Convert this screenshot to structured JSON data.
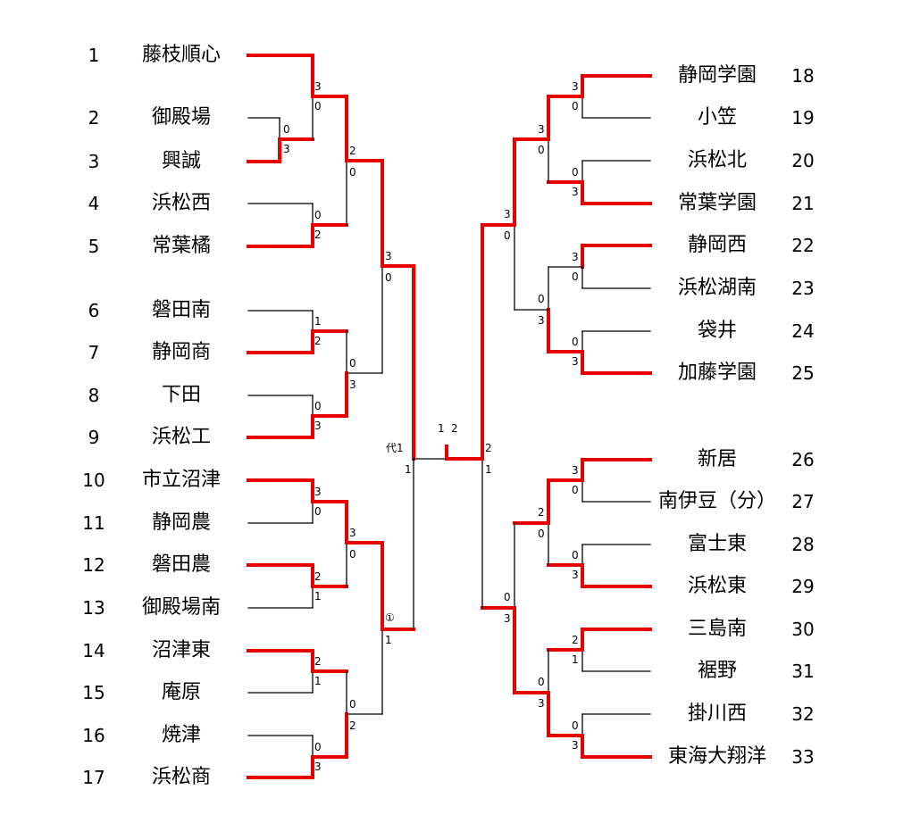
{
  "left_teams": [
    {
      "seed": "1",
      "name": "藤枝順心"
    },
    {
      "seed": "2",
      "name": "御殿場"
    },
    {
      "seed": "3",
      "name": "興誠"
    },
    {
      "seed": "4",
      "name": "浜松西"
    },
    {
      "seed": "5",
      "name": "常葉橘"
    },
    {
      "seed": "6",
      "name": "磐田南"
    },
    {
      "seed": "7",
      "name": "静岡商"
    },
    {
      "seed": "8",
      "name": "下田"
    },
    {
      "seed": "9",
      "name": "浜松工"
    },
    {
      "seed": "10",
      "name": "市立沼津"
    },
    {
      "seed": "11",
      "name": "静岡農"
    },
    {
      "seed": "12",
      "name": "磐田農"
    },
    {
      "seed": "13",
      "name": "御殿場南"
    },
    {
      "seed": "14",
      "name": "沼津東"
    },
    {
      "seed": "15",
      "name": "庵原"
    },
    {
      "seed": "16",
      "name": "焼津"
    },
    {
      "seed": "17",
      "name": "浜松商"
    }
  ],
  "right_teams": [
    {
      "seed": "18",
      "name": "静岡学園"
    },
    {
      "seed": "19",
      "name": "小笠"
    },
    {
      "seed": "20",
      "name": "浜松北"
    },
    {
      "seed": "21",
      "name": "常葉学園"
    },
    {
      "seed": "22",
      "name": "静岡西"
    },
    {
      "seed": "23",
      "name": "浜松湖南"
    },
    {
      "seed": "24",
      "name": "袋井"
    },
    {
      "seed": "25",
      "name": "加藤学園"
    },
    {
      "seed": "26",
      "name": "新居"
    },
    {
      "seed": "27",
      "name": "南伊豆（分）"
    },
    {
      "seed": "28",
      "name": "富士東"
    },
    {
      "seed": "29",
      "name": "浜松東"
    },
    {
      "seed": "30",
      "name": "三島南"
    },
    {
      "seed": "31",
      "name": "裾野"
    },
    {
      "seed": "32",
      "name": "掛川西"
    },
    {
      "seed": "33",
      "name": "東海大翔洋"
    }
  ],
  "scores": {
    "L_r0_2v3": [
      "0",
      "3"
    ],
    "L_r1_1vW": [
      "3",
      "0"
    ],
    "L_r1_4v5": [
      "0",
      "2"
    ],
    "L_r1_6v7": [
      "1",
      "2"
    ],
    "L_r1_8v9": [
      "0",
      "3"
    ],
    "L_r1_10v11": [
      "3",
      "0"
    ],
    "L_r1_12v13": [
      "2",
      "1"
    ],
    "L_r1_14v15": [
      "2",
      "1"
    ],
    "L_r1_16v17": [
      "0",
      "3"
    ],
    "L_r2_a": [
      "2",
      "0"
    ],
    "L_r2_b": [
      "0",
      "3"
    ],
    "L_r2_c": [
      "3",
      "0"
    ],
    "L_r2_d": [
      "0",
      "2"
    ],
    "L_r3_top": [
      "3",
      "0"
    ],
    "L_r3_bot": [
      "①",
      "1"
    ],
    "L_semi": [
      "代1",
      "1"
    ],
    "R_r1_18v19": [
      "3",
      "0"
    ],
    "R_r1_20v21": [
      "0",
      "3"
    ],
    "R_r1_22v23": [
      "3",
      "0"
    ],
    "R_r1_24v25": [
      "0",
      "3"
    ],
    "R_r1_26v27": [
      "3",
      "0"
    ],
    "R_r1_28v29": [
      "0",
      "3"
    ],
    "R_r1_30v31": [
      "2",
      "1"
    ],
    "R_r1_32v33": [
      "0",
      "3"
    ],
    "R_r2_a": [
      "3",
      "0"
    ],
    "R_r2_b": [
      "0",
      "3"
    ],
    "R_r2_c": [
      "2",
      "0"
    ],
    "R_r2_d": [
      "0",
      "3"
    ],
    "R_r3_top": [
      "3",
      "0"
    ],
    "R_r3_bot": [
      "0",
      "3"
    ],
    "R_semi": [
      "2",
      "1"
    ],
    "final": [
      "1",
      "2"
    ]
  },
  "colors": {
    "win": "#e60000",
    "line": "#000000"
  }
}
